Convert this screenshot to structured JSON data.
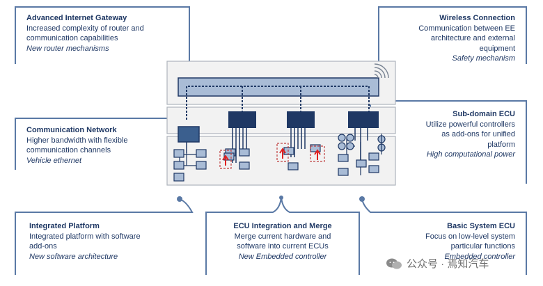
{
  "blocks": {
    "internet_gateway": {
      "title": "Advanced Internet Gateway",
      "line1": "Increased complexity of router and",
      "line2": "communication capabilities",
      "note": "New router mechanisms"
    },
    "wireless": {
      "title": "Wireless Connection",
      "line1": "Communication between EE",
      "line2": "architecture and external",
      "line3": "equipment",
      "note": "Safety mechanism"
    },
    "comm_network": {
      "title": "Communication Network",
      "line1": "Higher bandwidth with flexible",
      "line2": "communication channels",
      "note": "Vehicle ethernet"
    },
    "subdomain": {
      "title": "Sub-domain ECU",
      "line1": "Utilize powerful controllers",
      "line2": "as add-ons for unified",
      "line3": "platform",
      "note": "High computational power"
    },
    "integrated": {
      "title": "Integrated Platform",
      "line1": "Integrated platform with software",
      "line2": "add-ons",
      "note": "New software architecture"
    },
    "ecu_merge": {
      "title": "ECU Integration and Merge",
      "line1": "Merge current hardware and",
      "line2": "software into current ECUs",
      "note": "New Embedded controller"
    },
    "basic_ecu": {
      "title": "Basic System ECU",
      "line1": "Focus on low-level system",
      "line2": "particular functions",
      "note": "Embedded controller"
    }
  },
  "watermark": {
    "text": "公众号 · 焉知汽车"
  },
  "colors": {
    "navy": "#1f3864",
    "frame": "#5a79a5",
    "box_fill": "#a9bcd6",
    "panel_fill": "#f2f2f2",
    "arrow_red": "#e02020"
  }
}
